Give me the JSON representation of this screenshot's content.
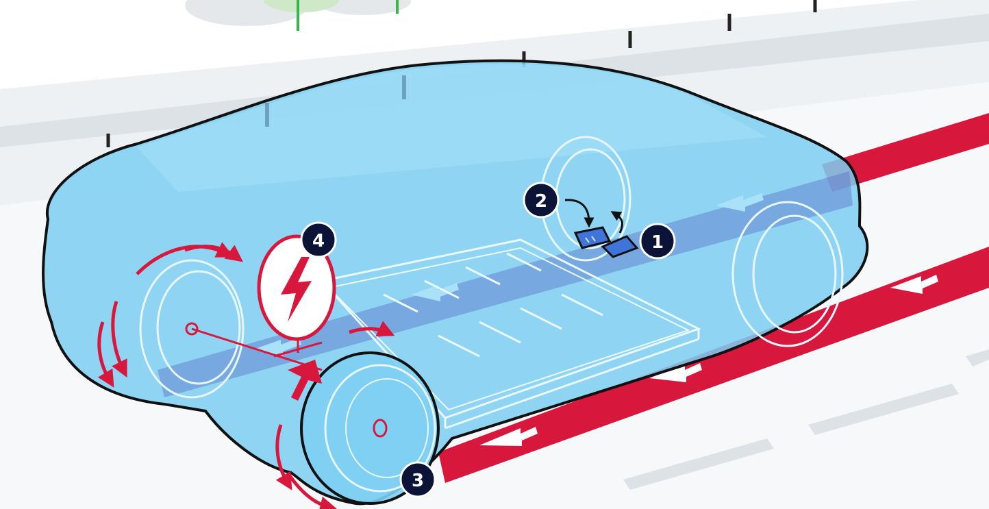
{
  "figure": {
    "description_free": true,
    "colors": {
      "car_body": "#7dcff2",
      "car_body_light": "#a9e1f8",
      "car_outline": "#111111",
      "wheel_line": "#e8f7ff",
      "flow_band": "#5b73c9",
      "regen_red": "#d8173d",
      "badge_fill": "#0b1437",
      "badge_text": "#ffffff",
      "road": "#eceff1",
      "road_dark": "#d9dee2",
      "background": "#ffffff",
      "tree_green": "#39b54a"
    },
    "icons": {
      "lightning": "lightning-icon",
      "rotation": "rotation-arrow-icon",
      "flow_arrow": "flow-arrow-icon",
      "pedal": "pedal-icon"
    }
  },
  "callouts": [
    {
      "id": "callout-1",
      "label": "1"
    },
    {
      "id": "callout-2",
      "label": "2"
    },
    {
      "id": "callout-3",
      "label": "3"
    },
    {
      "id": "callout-4",
      "label": "4"
    }
  ]
}
